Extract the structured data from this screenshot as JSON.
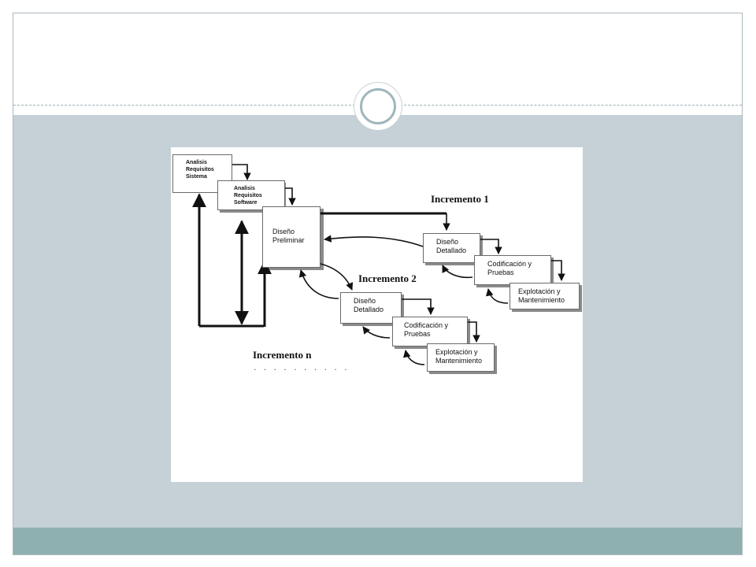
{
  "slide": {
    "colors": {
      "header": "#ffffff",
      "body": "#c5d1d7",
      "footer": "#8fb0b0",
      "accent": "#9fb6bd"
    },
    "ornament_icon": "ring-ornament-icon"
  },
  "diagram": {
    "boxes": {
      "sistema": [
        "Analisis",
        "Requisitos",
        "Sistema"
      ],
      "software": [
        "Analisis",
        "Requisitos",
        "Software"
      ],
      "preliminar": [
        "Diseño",
        "Preliminar"
      ],
      "inc1_detallado": [
        "Diseño",
        "Detallado"
      ],
      "inc1_codificacion": [
        "Codificación y",
        "Pruebas"
      ],
      "inc1_explotacion": [
        "Explotación y",
        "Mantenimiento"
      ],
      "inc2_detallado": [
        "Diseño",
        "Detallado"
      ],
      "inc2_codificacion": [
        "Codificación y",
        "Pruebas"
      ],
      "inc2_explotacion": [
        "Explotación y",
        "Mantenimiento"
      ]
    },
    "labels": {
      "inc1": "Incremento 1",
      "inc2": "Incremento 2",
      "incn": "Incremento n",
      "ellipsis": ". . . . . . . . . ."
    }
  }
}
